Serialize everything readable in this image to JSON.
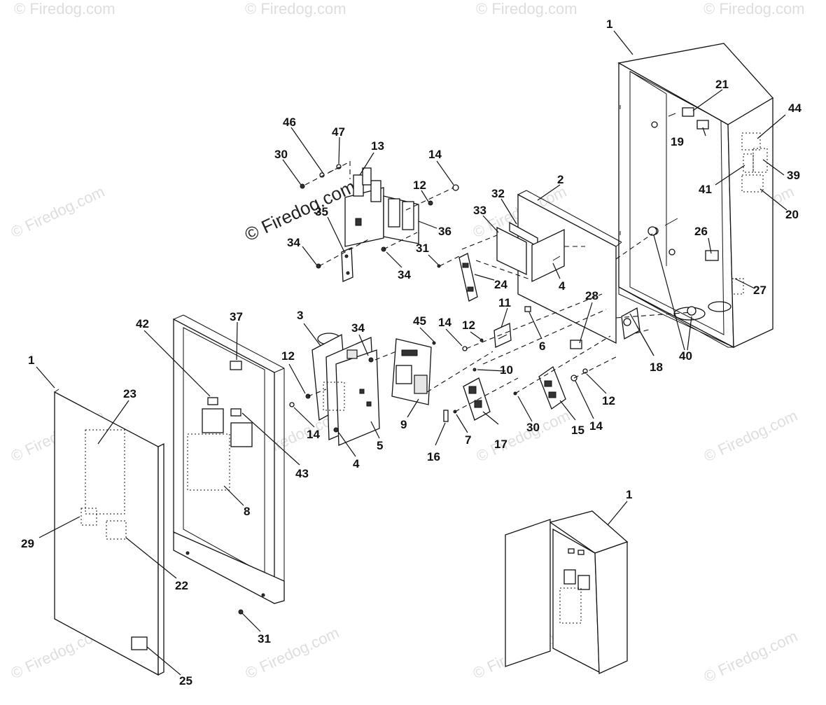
{
  "watermark": {
    "brand_text": "© Firedog.com"
  },
  "callouts": {
    "c1_top": "1",
    "c21": "21",
    "c44": "44",
    "c19": "19",
    "c39": "39",
    "c41": "41",
    "c20": "20",
    "c2": "2",
    "c26": "26",
    "c27": "27",
    "c40": "40",
    "c46": "46",
    "c47": "47",
    "c13": "13",
    "c30_top": "30",
    "c14_top": "14",
    "c12_top": "12",
    "c35": "35",
    "c36": "36",
    "c34_left": "34",
    "c34_mid": "34",
    "c32": "32",
    "c33": "33",
    "c31_top": "31",
    "c24": "24",
    "c4_right": "4",
    "c11": "11",
    "c28": "28",
    "c6": "6",
    "c18": "18",
    "c37": "37",
    "c42": "42",
    "c3": "3",
    "c34_b": "34",
    "c45": "45",
    "c14_mid": "14",
    "c12_mid": "12",
    "c12_left": "12",
    "c14_left": "14",
    "c10": "10",
    "c9": "9",
    "c5": "5",
    "c4_bottom": "4",
    "c43": "43",
    "c8": "8",
    "c7": "7",
    "c16": "16",
    "c17": "17",
    "c30_bottom": "30",
    "c15": "15",
    "c12_right": "12",
    "c14_right": "14",
    "c1_left": "1",
    "c23": "23",
    "c29": "29",
    "c22": "22",
    "c31_bottom": "31",
    "c25": "25",
    "c1_bottom": "1"
  },
  "icons": {
    "enclosure": "enclosure-box-icon",
    "door": "enclosure-door-icon",
    "dead_front": "dead-front-cover-icon",
    "contactor": "contactor-icon",
    "circuit_board": "control-board-icon",
    "fuse_holder": "fuse-holder-icon",
    "terminal_block": "terminal-block-icon"
  }
}
